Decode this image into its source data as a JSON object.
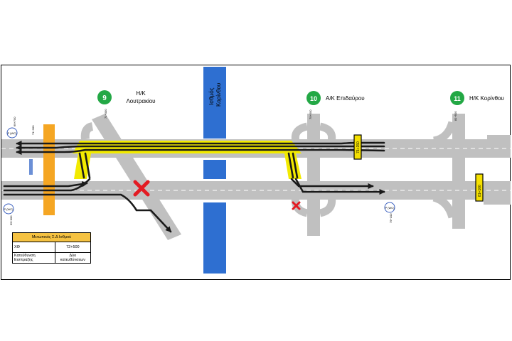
{
  "colors": {
    "road": "#c0c0c0",
    "lane_marking": "#ffffff",
    "route": "#1a1a1a",
    "yellow": "#f2ea00",
    "barrier": "#f5a623",
    "isthmus": "#2e6fd1",
    "node_green": "#23a845",
    "closure_red": "#e31b23",
    "sign_yellow": "#f5e000"
  },
  "nodes": [
    {
      "number": "9",
      "name_line1": "Η/Κ",
      "name_line2": "Λουτρακίου"
    },
    {
      "number": "10",
      "name_line1": "Α/Κ Επιδαύρου",
      "name_line2": ""
    },
    {
      "number": "11",
      "name_line1": "Η/Κ Κορίνθου",
      "name_line2": ""
    }
  ],
  "isthmus": {
    "line1": "Ισθμός",
    "line2": "Κορίνθου"
  },
  "chainages": {
    "left_top": "69+700",
    "left_mid": "71+300",
    "left_bottom": "69+000",
    "node9": "71+000",
    "node10": "75+500",
    "node10_low": "79+100",
    "node11": "81+500"
  },
  "markers": {
    "top": "P (WC)",
    "bottom": "P (WC)",
    "right": "P (WC)"
  },
  "signs": {
    "sign1": "76+150",
    "sign2": "81+100"
  },
  "table": {
    "title": "Μετωπικός Σ.Δ Ισθμού",
    "rows": [
      {
        "label": "ΧΘ",
        "value": "72+500"
      },
      {
        "label": "Κατεύθυνση Εισπραξης",
        "value": "Δύο κατευθύνσεων"
      }
    ]
  }
}
